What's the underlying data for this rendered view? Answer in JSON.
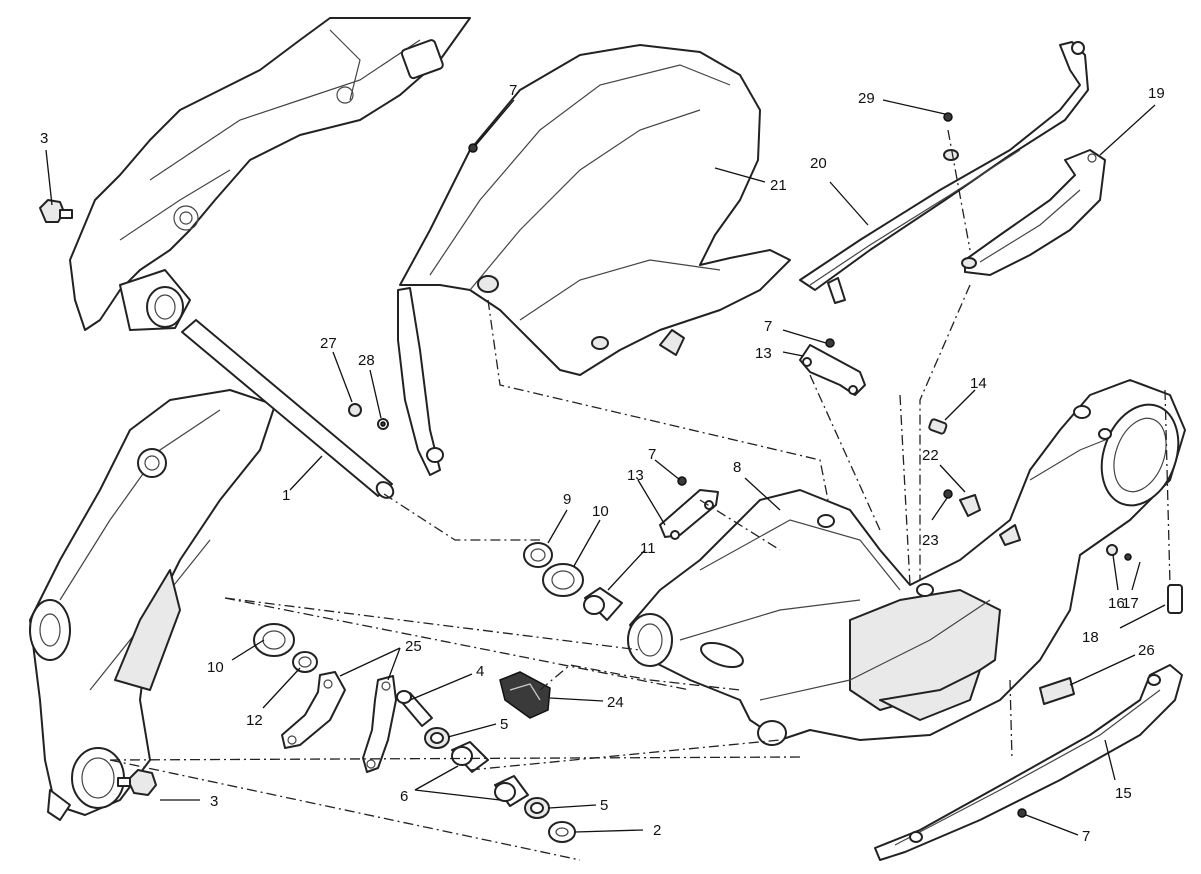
{
  "callouts": [
    {
      "id": "c1",
      "text": "1"
    },
    {
      "id": "c2",
      "text": "2"
    },
    {
      "id": "c3a",
      "text": "3"
    },
    {
      "id": "c3b",
      "text": "3"
    },
    {
      "id": "c4",
      "text": "4"
    },
    {
      "id": "c5a",
      "text": "5"
    },
    {
      "id": "c5b",
      "text": "5"
    },
    {
      "id": "c6",
      "text": "6"
    },
    {
      "id": "c7a",
      "text": "7"
    },
    {
      "id": "c7b",
      "text": "7"
    },
    {
      "id": "c7c",
      "text": "7"
    },
    {
      "id": "c7d",
      "text": "7"
    },
    {
      "id": "c8",
      "text": "8"
    },
    {
      "id": "c9",
      "text": "9"
    },
    {
      "id": "c10a",
      "text": "10"
    },
    {
      "id": "c10b",
      "text": "10"
    },
    {
      "id": "c11",
      "text": "11"
    },
    {
      "id": "c12",
      "text": "12"
    },
    {
      "id": "c13a",
      "text": "13"
    },
    {
      "id": "c13b",
      "text": "13"
    },
    {
      "id": "c14",
      "text": "14"
    },
    {
      "id": "c15",
      "text": "15"
    },
    {
      "id": "c16",
      "text": "16"
    },
    {
      "id": "c17",
      "text": "17"
    },
    {
      "id": "c18",
      "text": "18"
    },
    {
      "id": "c19",
      "text": "19"
    },
    {
      "id": "c20",
      "text": "20"
    },
    {
      "id": "c21",
      "text": "21"
    },
    {
      "id": "c22",
      "text": "22"
    },
    {
      "id": "c23",
      "text": "23"
    },
    {
      "id": "c24",
      "text": "24"
    },
    {
      "id": "c25",
      "text": "25"
    },
    {
      "id": "c26",
      "text": "26"
    },
    {
      "id": "c27",
      "text": "27"
    },
    {
      "id": "c28",
      "text": "28"
    },
    {
      "id": "c29",
      "text": "29"
    }
  ]
}
